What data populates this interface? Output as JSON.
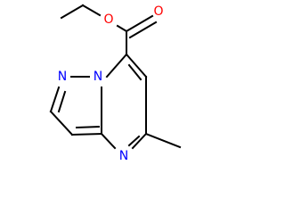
{
  "molecule": {
    "atoms": {
      "carbonyl_oxygen": {
        "element": "O",
        "color": "#ff0000"
      },
      "ester_oxygen": {
        "element": "O",
        "color": "#ff0000"
      },
      "pyrazole_nitrogen": {
        "element": "N",
        "color": "#0000ff"
      },
      "bridgehead_nitrogen": {
        "element": "N",
        "color": "#0000ff"
      },
      "pyrimidine_nitrogen": {
        "element": "N",
        "color": "#0000ff"
      }
    },
    "colors": {
      "bond": "#000000",
      "background": "#ffffff"
    }
  }
}
